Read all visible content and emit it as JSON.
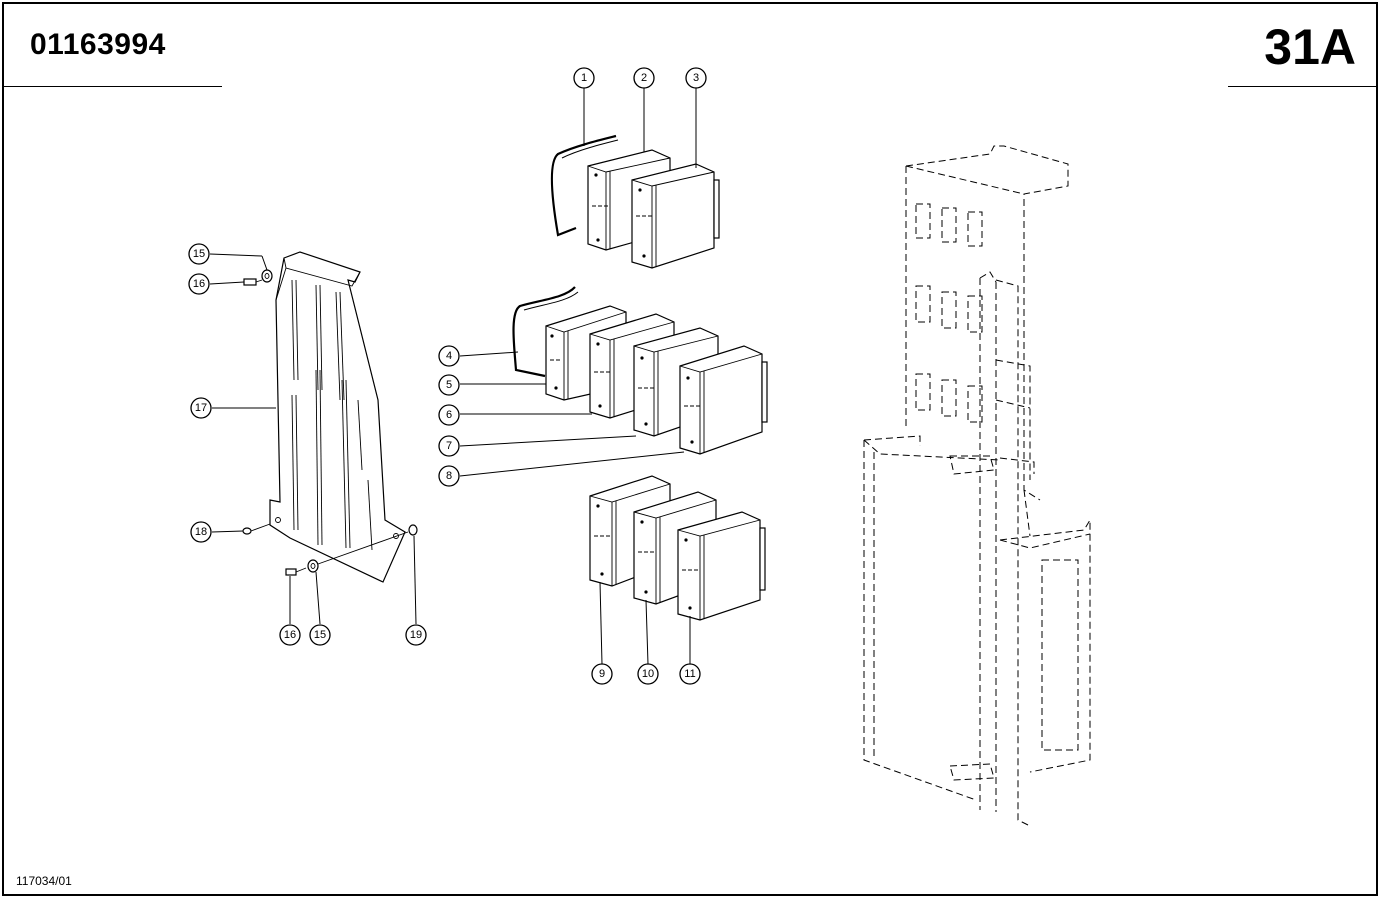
{
  "header": {
    "part_number": "01163994",
    "page_code": "31A"
  },
  "footer": {
    "drawing_number": "117034/01"
  },
  "callouts": [
    {
      "label": "1"
    },
    {
      "label": "2"
    },
    {
      "label": "3"
    },
    {
      "label": "4"
    },
    {
      "label": "5"
    },
    {
      "label": "6"
    },
    {
      "label": "7"
    },
    {
      "label": "8"
    },
    {
      "label": "9"
    },
    {
      "label": "10"
    },
    {
      "label": "11"
    },
    {
      "label": "15"
    },
    {
      "label": "16"
    },
    {
      "label": "17"
    },
    {
      "label": "18"
    },
    {
      "label": "15"
    },
    {
      "label": "16"
    },
    {
      "label": "19"
    }
  ]
}
